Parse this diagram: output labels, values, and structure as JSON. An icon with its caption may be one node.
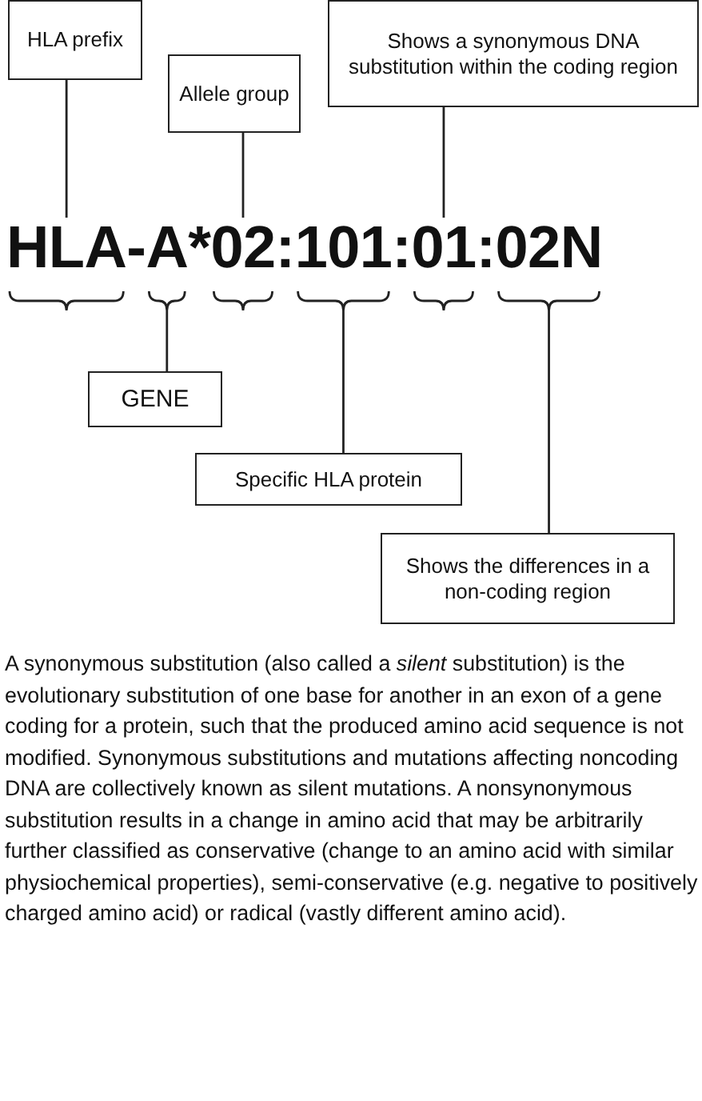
{
  "diagram": {
    "nodes": [
      {
        "text": [
          "HLA prefix"
        ]
      },
      {
        "text": [
          "Allele group"
        ]
      },
      {
        "text": [
          "Shows a synonymous DNA substitution within the coding region"
        ]
      },
      {
        "text": [
          "HLA"
        ]
      },
      {
        "text": [
          "A"
        ]
      },
      {
        "text": [
          "02"
        ]
      },
      {
        "text": [
          "101"
        ]
      },
      {
        "text": [
          "01"
        ]
      },
      {
        "text": [
          "02N"
        ]
      },
      {
        "text": [
          "GENE"
        ]
      },
      {
        "text": [
          "Specific HLA protein"
        ]
      },
      {
        "text": [
          "Shows the differences in a non-coding region"
        ]
      }
    ],
    "edges": [
      {
        "from": 0,
        "to": 3,
        "arrow": "none"
      },
      {
        "from": 1,
        "to": 5,
        "arrow": "none"
      },
      {
        "from": 2,
        "to": 7,
        "arrow": "none"
      },
      {
        "from": 9,
        "to": 4,
        "arrow": "none"
      },
      {
        "from": 10,
        "to": 6,
        "arrow": "none"
      },
      {
        "from": 11,
        "to": 8,
        "arrow": "none"
      }
    ],
    "labels": [
      "-",
      "*",
      ":",
      ":",
      ":"
    ],
    "caption": "A synonymous substitution (also called a *silent* substitution) is the evolutionary substitution of one base for another in an exon of a gene coding for a protein, such that the produced amino acid sequence is not modified. Synonymous substitutions and mutations affecting noncoding DNA are collectively known as silent mutations. A nonsynonymous substitution results in a change in amino acid that may be arbitrarily further classified as conservative (change to an amino acid with similar physiochemical properties), semi-conservative (e.g. negative to positively charged amino acid) or radical (vastly different amino acid)."
  }
}
